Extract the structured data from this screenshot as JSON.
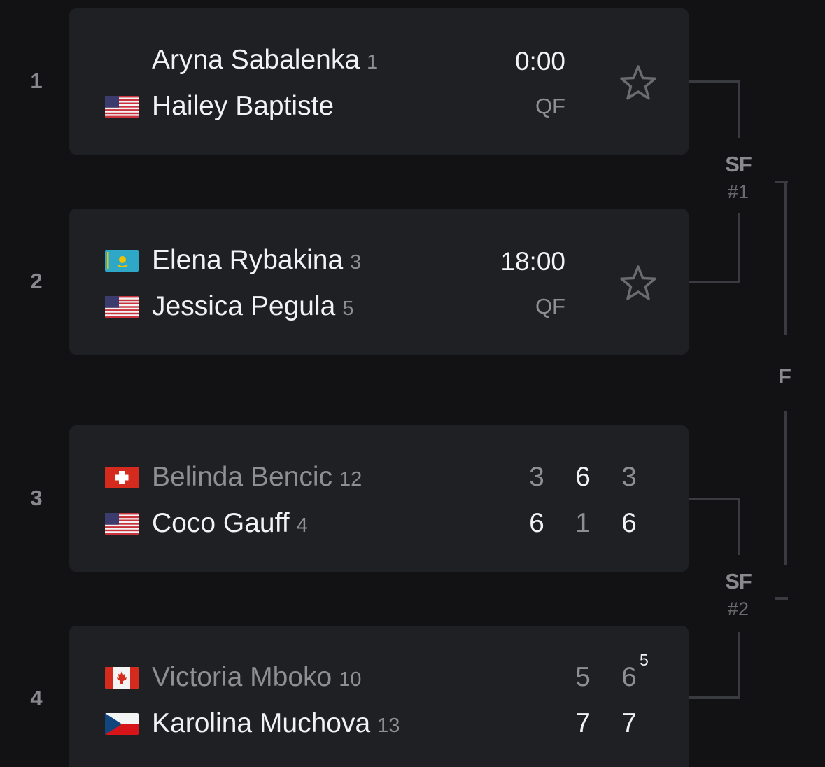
{
  "rows": [
    "1",
    "2",
    "3",
    "4"
  ],
  "matches": [
    {
      "p1": {
        "name": "Aryna Sabalenka",
        "seed": "1",
        "flag": "none"
      },
      "p2": {
        "name": "Hailey Baptiste",
        "seed": "",
        "flag": "usa"
      },
      "time": "0:00",
      "round": "QF"
    },
    {
      "p1": {
        "name": "Elena Rybakina",
        "seed": "3",
        "flag": "kazakhstan"
      },
      "p2": {
        "name": "Jessica Pegula",
        "seed": "5",
        "flag": "usa"
      },
      "time": "18:00",
      "round": "QF"
    },
    {
      "p1": {
        "name": "Belinda Bencic",
        "seed": "12",
        "flag": "switzerland"
      },
      "p2": {
        "name": "Coco Gauff",
        "seed": "4",
        "flag": "usa"
      },
      "sets_p1": [
        "3",
        "6",
        "3"
      ],
      "sets_p2": [
        "6",
        "1",
        "6"
      ]
    },
    {
      "p1": {
        "name": "Victoria Mboko",
        "seed": "10",
        "flag": "canada"
      },
      "p2": {
        "name": "Karolina Muchova",
        "seed": "13",
        "flag": "czechia"
      },
      "sets_p1": [
        "5",
        "6"
      ],
      "sets_p2": [
        "7",
        "7"
      ],
      "tiebreak_p1": "5"
    }
  ],
  "bracket": {
    "sf1_label": "SF",
    "sf1_num": "#1",
    "sf2_label": "SF",
    "sf2_num": "#2",
    "final_label": "F"
  },
  "colors": {
    "background": "#121214",
    "card": "#1f2024",
    "text_primary": "#f2f2f4",
    "text_muted": "#8e8e93",
    "bracket_line": "#3a3b40"
  },
  "icons": {
    "favorite": "star-outline-icon"
  }
}
